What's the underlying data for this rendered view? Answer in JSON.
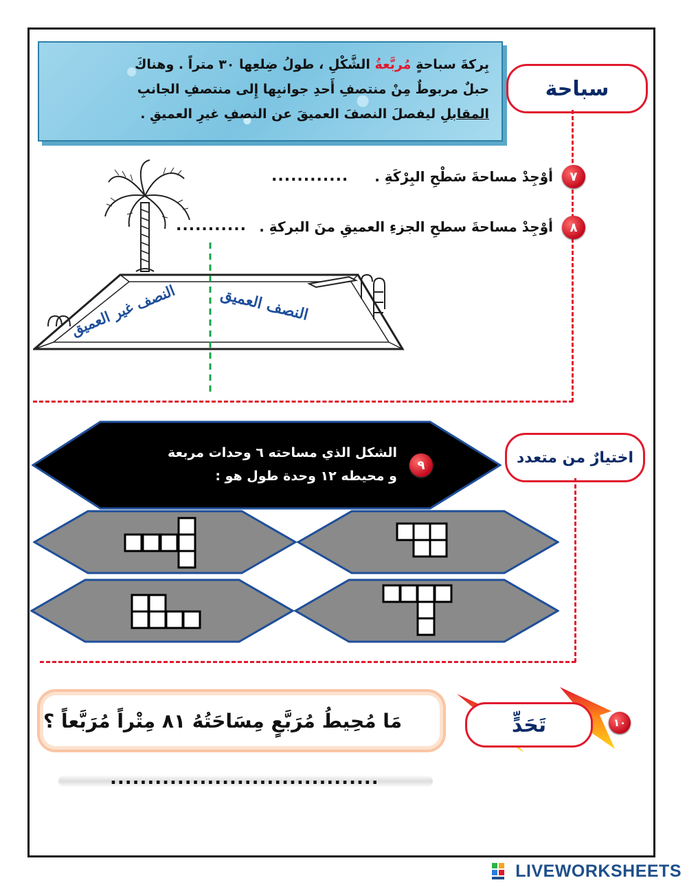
{
  "pool_section": {
    "title": "سباحة",
    "problem_lines": [
      [
        "بِركةَ سباحةٍ ",
        "مُربَّعةُ",
        " الشَّكْلِ ، طولُ ضِلعِها ٣٠ متراً . وهناكَ"
      ],
      [
        "حبلٌ مربوطٌ مِنْ منتصفِ أَحدِ جوانبِها إِلى منتصفِ الجانبِ"
      ],
      [
        "المقابلِ",
        " ليفصلَ النصفَ العميقَ عن النصفِ غيرِ العميقِ ."
      ]
    ],
    "q7": {
      "number": "٧",
      "text": "أوْجِدْ مساحةَ سَطْحِ البِرْكَةِ .",
      "dots": "............"
    },
    "q8": {
      "number": "٨",
      "text": "أوْجِدْ مساحةَ سطحِ الجزءِ العميقِ منَ البركةِ .",
      "dots": "..........."
    },
    "labels": {
      "deep": "النصف العميق",
      "shallow": "النصف غير العميق"
    }
  },
  "mc_section": {
    "title": "اختيارٌ من متعدد",
    "q9": {
      "number": "٩",
      "lines": [
        "الشكل الذي مساحته ٦ وحدات مربعة",
        "و محيطه ١٢ وحدة طول هو :"
      ]
    },
    "options": [
      "option-a",
      "option-b",
      "option-c",
      "option-d"
    ]
  },
  "challenge_section": {
    "title": "تَحَدٍّ",
    "number": "١٠",
    "question": "مَا مُحِيطُ مُرَبَّعٍ مِسَاحَتُهُ ٨١ مِتْراً مُرَبَّعاً ؟",
    "dots": "...................................."
  },
  "footer": {
    "brand": "LIVEWORKSHEETS"
  },
  "colors": {
    "accent": "#e0192d",
    "title_blue": "#0b2a66",
    "hex_gray": "#8a8a8a",
    "hex_border": "#1f4f9a"
  }
}
